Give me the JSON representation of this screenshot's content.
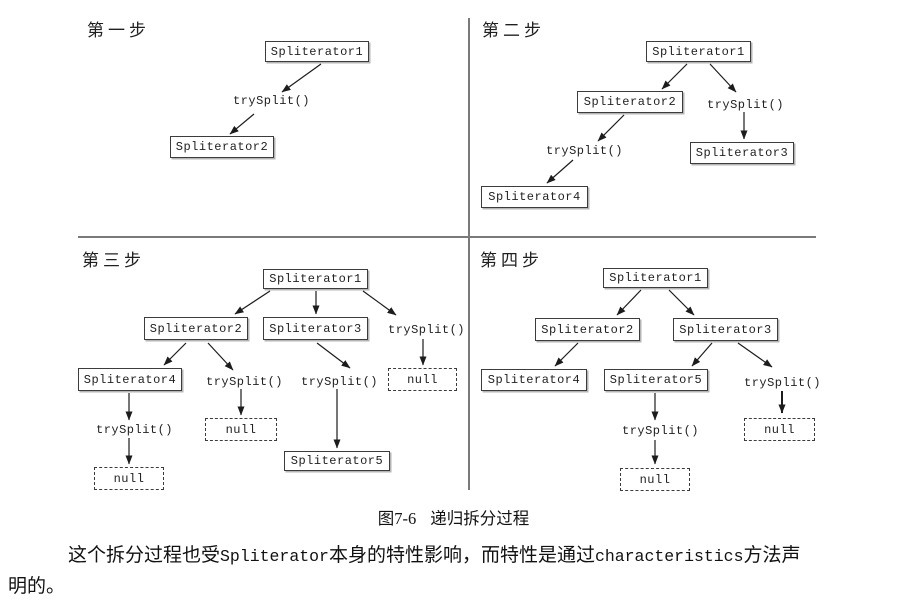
{
  "figure": {
    "panels": [
      {
        "title": "第一步",
        "nodes": [
          "Spliterator1",
          "trySplit()",
          "Spliterator2"
        ]
      },
      {
        "title": "第二步",
        "nodes": [
          "Spliterator1",
          "Spliterator2",
          "trySplit()",
          "Spliterator3",
          "trySplit()",
          "Spliterator4"
        ]
      },
      {
        "title": "第三步",
        "nodes": [
          "Spliterator1",
          "Spliterator2",
          "Spliterator3",
          "trySplit()",
          "Spliterator4",
          "trySplit()",
          "trySplit()",
          "null",
          "trySplit()",
          "null",
          "Spliterator5",
          "null"
        ]
      },
      {
        "title": "第四步",
        "nodes": [
          "Spliterator1",
          "Spliterator2",
          "Spliterator3",
          "Spliterator4",
          "Spliterator5",
          "trySplit()",
          "null",
          "trySplit()",
          "null"
        ]
      }
    ],
    "caption": {
      "label": "图7-6",
      "title": "递归拆分过程"
    }
  },
  "paragraph": {
    "segments": [
      {
        "text": "这个拆分过程也受"
      },
      {
        "text": "Spliterator",
        "code": true
      },
      {
        "text": "本身的特性影响，而特性是通过"
      },
      {
        "text": "characteristics",
        "code": true
      },
      {
        "text": "方法声"
      },
      {
        "text": "明的。"
      }
    ]
  }
}
